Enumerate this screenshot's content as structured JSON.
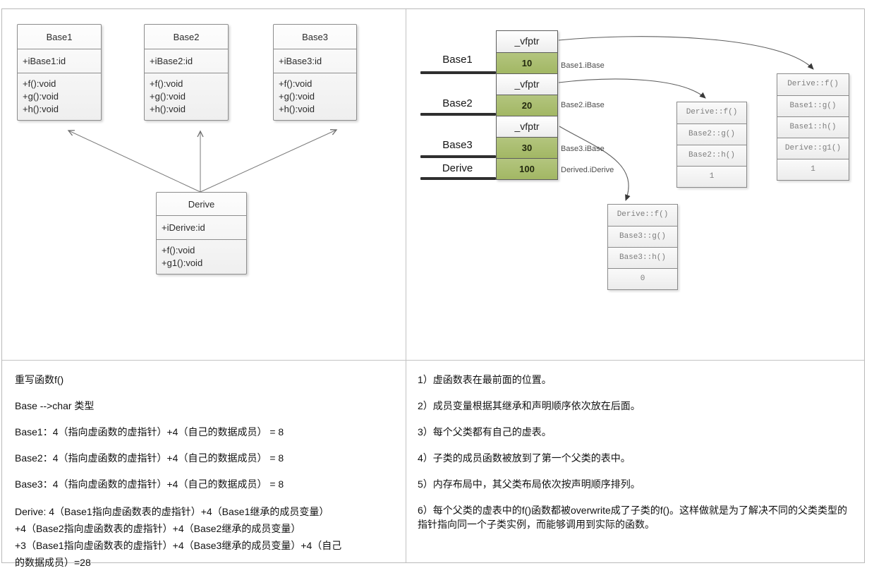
{
  "colors": {
    "green_cell": "#a2b764",
    "box_border": "#5d5d5d",
    "table_border": "#b9b9b9"
  },
  "uml": {
    "classes": [
      {
        "title": "Base1",
        "attr": "+iBase1:id",
        "m1": "+f():void",
        "m2": "+g():void",
        "m3": "+h():void"
      },
      {
        "title": "Base2",
        "attr": "+iBase2:id",
        "m1": "+f():void",
        "m2": "+g():void",
        "m3": "+h():void"
      },
      {
        "title": "Base3",
        "attr": "+iBase3:id",
        "m1": "+f():void",
        "m2": "+g():void",
        "m3": "+h():void"
      },
      {
        "title": "Derive",
        "attr": "+iDerive:id",
        "m1": "+f():void",
        "m2": "+g1():void"
      }
    ]
  },
  "memory": {
    "cells": [
      "_vfptr",
      "10",
      "_vfptr",
      "20",
      "_vfptr",
      "30",
      "100"
    ],
    "left_labels": [
      "Base1",
      "Base2",
      "Base3",
      "Derive"
    ],
    "right_labels": [
      "Base1.iBase",
      "Base2.iBase",
      "Base3.iBase",
      "Derived.iDerive"
    ]
  },
  "vtables": {
    "base1": [
      "Derive::f()",
      "Base1::g()",
      "Base1::h()",
      "Derive::g1()",
      "1"
    ],
    "base2": [
      "Derive::f()",
      "Base2::g()",
      "Base2::h()",
      "1"
    ],
    "base3": [
      "Derive::f()",
      "Base3::g()",
      "Base3::h()",
      "0"
    ]
  },
  "notes_left": {
    "l1": "重写函数f()",
    "l2": "Base -->char 类型",
    "l3": "Base1：4（指向虚函数的虚指针）+4（自己的数据成员） = 8",
    "l4": "Base2：4（指向虚函数的虚指针）+4（自己的数据成员） = 8",
    "l5": "Base3：4（指向虚函数的虚指针）+4（自己的数据成员） = 8",
    "l6": "Derive: 4（Base1指向虚函数表的虚指针）+4（Base1继承的成员变量）\n+4（Base2指向虚函数表的虚指针）+4（Base2继承的成员变量）\n+3（Base1指向虚函数表的虚指针）+4（Base3继承的成员变量）+4（自己\n的数据成员）=28"
  },
  "notes_right": {
    "l1": "1）虚函数表在最前面的位置。",
    "l2": "2）成员变量根据其继承和声明顺序依次放在后面。",
    "l3": "3）每个父类都有自己的虚表。",
    "l4": "4）子类的成员函数被放到了第一个父类的表中。",
    "l5": "5）内存布局中，其父类布局依次按声明顺序排列。",
    "l6": "6）每个父类的虚表中的f()函数都被overwrite成了子类的f()。这样做就是为了解决不同的父类类型的指针指向同一个子类实例，而能够调用到实际的函数。"
  }
}
